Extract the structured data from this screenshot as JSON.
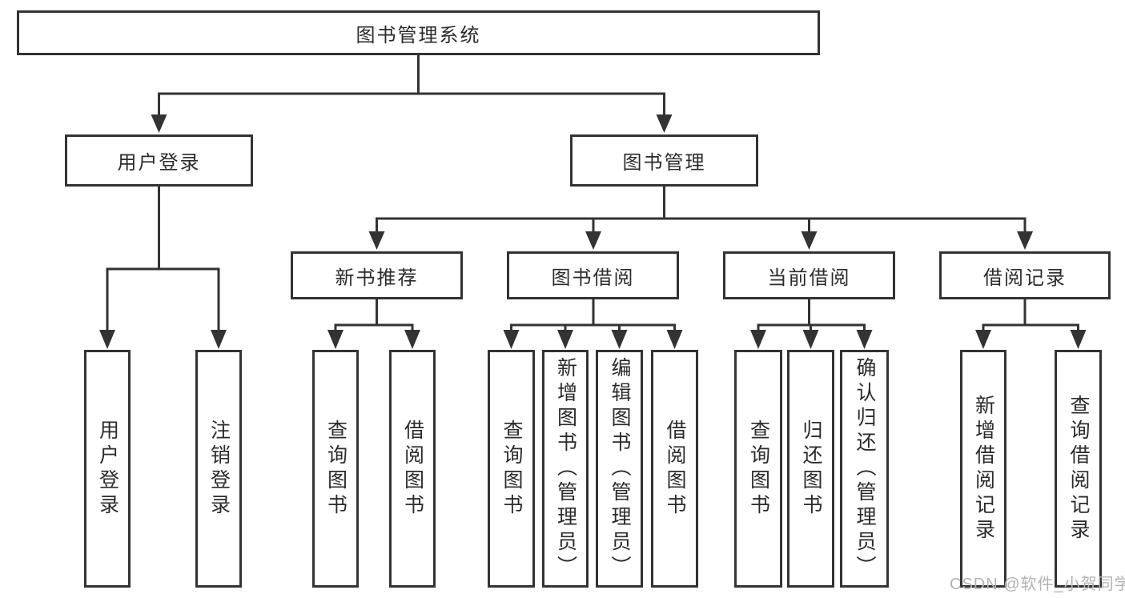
{
  "tree": {
    "label": "图书管理系统",
    "children": [
      {
        "label": "用户登录",
        "children": [
          {
            "label": "用户登录"
          },
          {
            "label": "注销登录"
          }
        ]
      },
      {
        "label": "图书管理",
        "children": [
          {
            "label": "新书推荐",
            "children": [
              {
                "label": "查询图书"
              },
              {
                "label": "借阅图书"
              }
            ]
          },
          {
            "label": "图书借阅",
            "children": [
              {
                "label": "查询图书"
              },
              {
                "label": "新增图书（管理员）"
              },
              {
                "label": "编辑图书（管理员）"
              },
              {
                "label": "借阅图书"
              }
            ]
          },
          {
            "label": "当前借阅",
            "children": [
              {
                "label": "查询图书"
              },
              {
                "label": "归还图书"
              },
              {
                "label": "确认归还（管理员）"
              }
            ]
          },
          {
            "label": "借阅记录",
            "children": [
              {
                "label": "新增借阅记录"
              },
              {
                "label": "查询借阅记录"
              }
            ]
          }
        ]
      }
    ]
  },
  "watermark": {
    "text": "CSDN @软件_小贺同学"
  },
  "colors": {
    "line": "#333333",
    "box_border": "#333333",
    "text": "#2b2b2b",
    "watermark": "#b3b3b3",
    "background": "#ffffff"
  }
}
